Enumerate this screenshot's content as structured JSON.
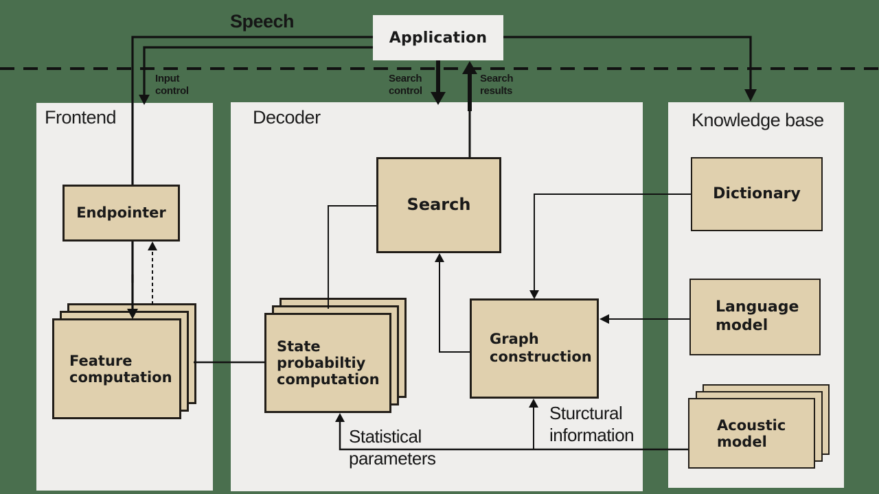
{
  "colors": {
    "background": "#4a6f4e",
    "panel": "#efeeec",
    "box_fill": "#e0d0ae",
    "box_border": "#211d18",
    "application_fill": "#f0efed",
    "line": "#111111",
    "text": "#191919"
  },
  "application": {
    "label": "Application"
  },
  "panels": {
    "frontend": {
      "title": "Frontend"
    },
    "decoder": {
      "title": "Decoder"
    },
    "knowledge_base": {
      "title": "Knowledge base"
    }
  },
  "boxes": {
    "endpointer": {
      "lines": [
        "Endpointer"
      ]
    },
    "feature_computation": {
      "lines": [
        "Feature",
        "computation"
      ],
      "stacked": true
    },
    "search": {
      "lines": [
        "Search"
      ]
    },
    "state_probability_computation": {
      "lines": [
        "State",
        "probabiltiy",
        "computation"
      ],
      "stacked": true
    },
    "graph_construction": {
      "lines": [
        "Graph",
        "construction"
      ]
    },
    "dictionary": {
      "lines": [
        "Dictionary"
      ]
    },
    "language_model": {
      "lines": [
        "Language",
        "model"
      ]
    },
    "acoustic_model": {
      "lines": [
        "Acoustic",
        "model"
      ],
      "stacked": true
    }
  },
  "edge_labels": {
    "speech": "Speech",
    "input_control": [
      "Input",
      "control"
    ],
    "search_control": [
      "Search",
      "control"
    ],
    "search_results": [
      "Search",
      "results"
    ],
    "statistical_parameters": [
      "Statistical",
      "parameters"
    ],
    "structural_information": [
      "Sturctural",
      "information"
    ]
  }
}
